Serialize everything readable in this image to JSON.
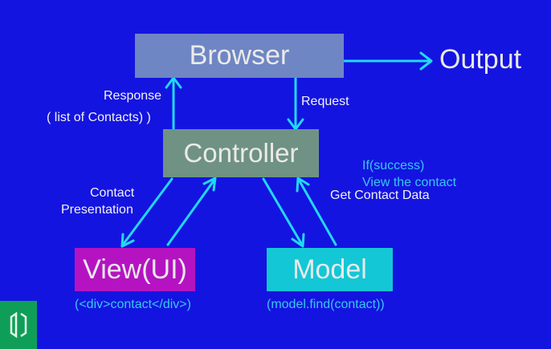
{
  "nodes": {
    "browser": "Browser",
    "controller": "Controller",
    "view": "View(UI)",
    "model": "Model",
    "output": "Output"
  },
  "labels": {
    "response_line1": "Response",
    "response_line2": "( list of Contacts) )",
    "request": "Request",
    "contact_line1": "Contact",
    "contact_line2": "Presentation",
    "if_success_line1": "If(success)",
    "if_success_line2": "View the contact",
    "get_contact_data": "Get Contact Data",
    "view_code": "(<div>contact</div>)",
    "model_code": "(model.find(contact))"
  },
  "colors": {
    "background": "#1414e0",
    "browser": "#6f86c4",
    "controller": "#6f9284",
    "view": "#b513c2",
    "model": "#14c7d6",
    "arrow": "#22d8f2"
  }
}
